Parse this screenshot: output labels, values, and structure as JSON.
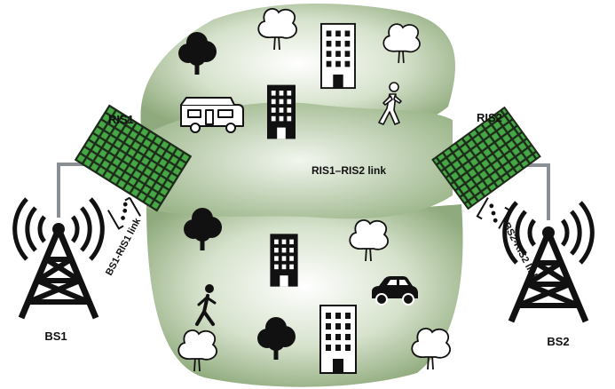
{
  "labels": {
    "bs1": "BS1",
    "bs2": "BS2",
    "ris1": "RIS1",
    "ris2": "RIS2",
    "ris_link": "RIS1–RIS2 link",
    "bs1_link": "BS1-RIS1 link",
    "bs2_link": "BS2-RIS2 link"
  },
  "icons": {
    "tower": "radio-tower-icon",
    "ris": "reconfigurable-surface-icon",
    "tree": "tree-icon",
    "building": "building-icon",
    "pedestrian": "pedestrian-icon",
    "car": "car-icon",
    "camper": "camper-van-icon"
  },
  "colors": {
    "beam_green": "#8faa7c",
    "ris_cell": "#3fa53f",
    "mast": "#8a8f95"
  }
}
